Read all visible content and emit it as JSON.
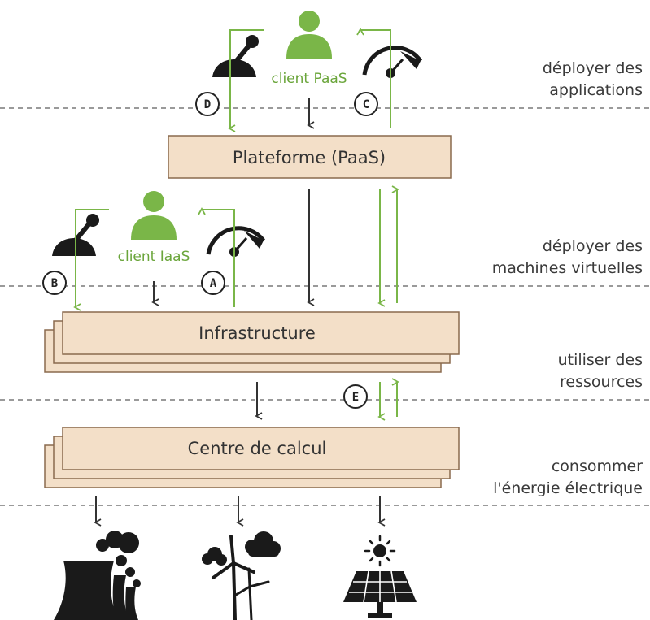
{
  "layers": {
    "paas": "Plateforme (PaaS)",
    "iaas": "Infrastructure",
    "datacenter": "Centre de calcul"
  },
  "side_labels": {
    "apps_1": "déployer des",
    "apps_2": "applications",
    "vms_1": "déployer des",
    "vms_2": "machines virtuelles",
    "res_1": "utiliser des",
    "res_2": "ressources",
    "energy_1": "consommer",
    "energy_2": "l'énergie électrique"
  },
  "clients": {
    "paas": "client PaaS",
    "iaas": "client IaaS"
  },
  "badges": {
    "a": "A",
    "b": "B",
    "c": "C",
    "d": "D",
    "e": "E"
  },
  "icons": [
    "user-icon",
    "lever-icon",
    "gauge-icon",
    "nuclear-plant-icon",
    "wind-turbine-icon",
    "solar-panel-icon"
  ],
  "colors": {
    "green": "#7ab648",
    "box_fill": "#f3dfc8",
    "box_stroke": "#8a6a4e",
    "dark": "#1a1a1a",
    "dash": "#9a9a9a"
  }
}
